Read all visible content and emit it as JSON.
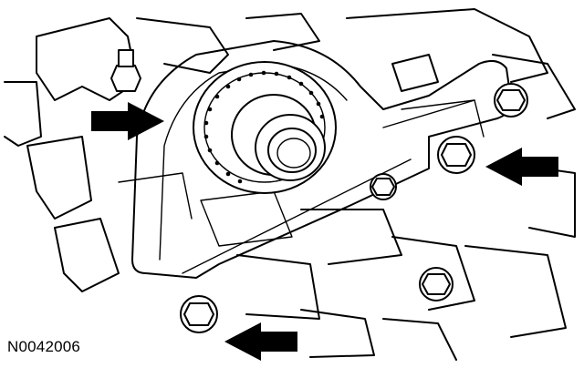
{
  "figure": {
    "id_label": "N0042006"
  },
  "colors": {
    "ink": "#000000",
    "paper": "#ffffff"
  },
  "callouts": [
    {
      "target": "crankshaft-front-seal",
      "direction": "right"
    },
    {
      "target": "seal-cover-bolt-right",
      "direction": "left"
    },
    {
      "target": "seal-cover-bolt-lower-left",
      "direction": "left"
    }
  ]
}
